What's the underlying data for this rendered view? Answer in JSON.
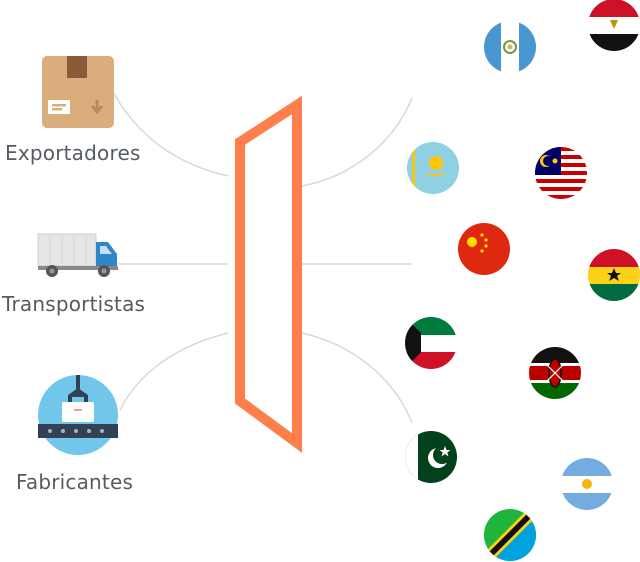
{
  "labels": {
    "exporters": "Exportadores",
    "carriers": "Transportistas",
    "manufacturers": "Fabricantes"
  },
  "icons": {
    "exporters": "cardboard-box-icon",
    "carriers": "delivery-truck-icon",
    "manufacturers": "factory-conveyor-icon",
    "hub": "orange-frame-icon"
  },
  "flags": [
    "guatemala",
    "egypt",
    "kazakhstan",
    "malaysia",
    "china",
    "ghana",
    "kuwait",
    "kenya",
    "pakistan",
    "argentina",
    "tanzania"
  ],
  "colors": {
    "accent": "#fe7f4b",
    "connector": "#d9d9d9",
    "label": "#555b63"
  }
}
